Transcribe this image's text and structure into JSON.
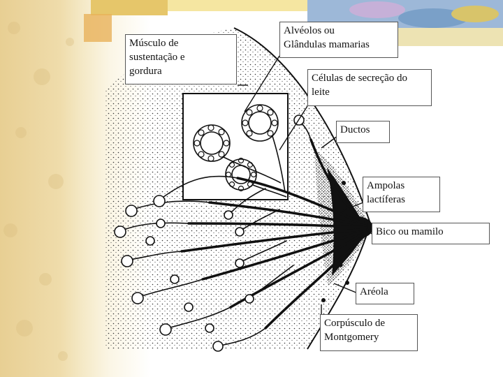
{
  "labels": {
    "musculo": "Músculo de\nsustentação e\ngordura",
    "alveolos": "Alvéolos ou\nGlândulas mamarias",
    "celulas": "Células de secreção do\nleite",
    "ductos": "Ductos",
    "ampolas": " Ampolas\nlactíferas",
    "bico": "Bico ou mamilo",
    "areola": "Aréola",
    "corpusculo": "Corpúsculo de\nMontgomery"
  },
  "colors": {
    "ink": "#111111",
    "parchment": "#efdcab",
    "banner_blue": "#9db8d8"
  }
}
